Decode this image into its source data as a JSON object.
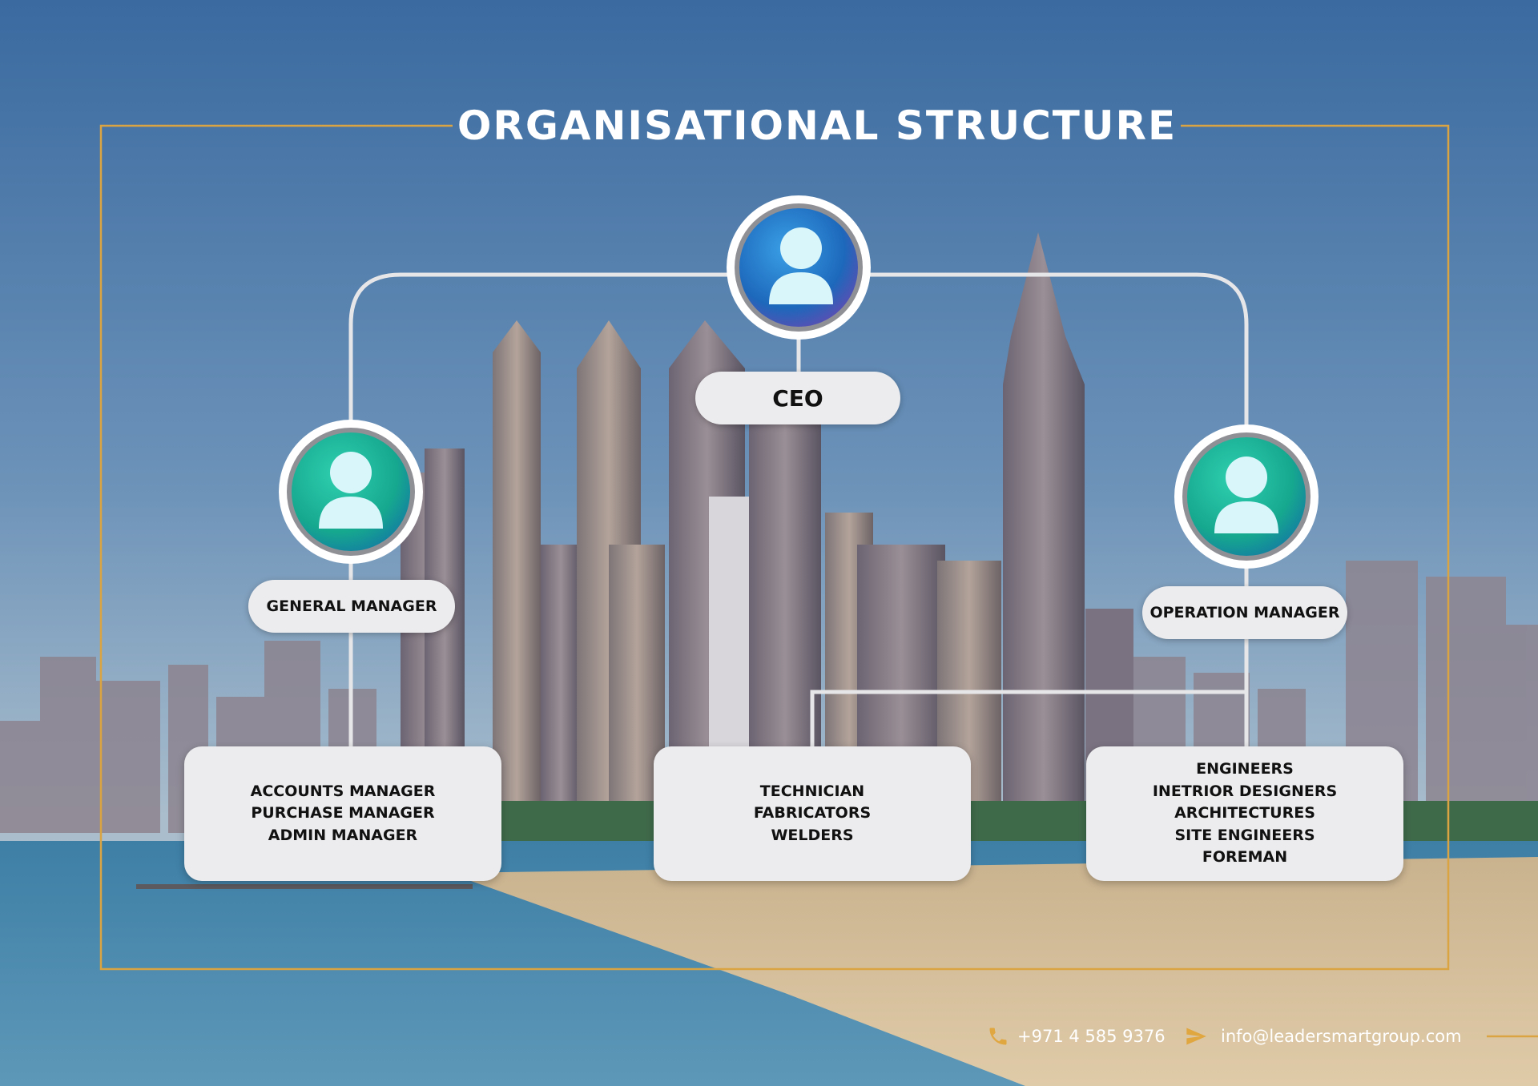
{
  "title": "ORGANISATIONAL STRUCTURE",
  "nodes": {
    "ceo": {
      "label": "CEO",
      "avatar_icon": "user-icon",
      "avatar_color": "#1f6fc0"
    },
    "general_manager": {
      "label": "GENERAL MANAGER",
      "avatar_icon": "user-icon",
      "avatar_color": "#19b39a"
    },
    "operation_manager": {
      "label": "OPERATION MANAGER",
      "avatar_icon": "user-icon",
      "avatar_color": "#19b39a"
    }
  },
  "groups": [
    {
      "items": [
        "ACCOUNTS MANAGER",
        "PURCHASE MANAGER",
        "ADMIN MANAGER"
      ]
    },
    {
      "items": [
        "TECHNICIAN",
        "FABRICATORS",
        "WELDERS"
      ]
    },
    {
      "items": [
        "ENGINEERS",
        "INETRIOR DESIGNERS",
        "ARCHITECTURES",
        "SITE ENGINEERS",
        "FOREMAN"
      ]
    }
  ],
  "footer": {
    "phone": "+971 4 585 9376",
    "email": "info@leadersmartgroup.com",
    "phone_icon": "phone-icon",
    "email_icon": "send-icon"
  },
  "colors": {
    "accent_gold": "#d9a441",
    "connector": "#e6e6e8",
    "card": "#ececee"
  }
}
